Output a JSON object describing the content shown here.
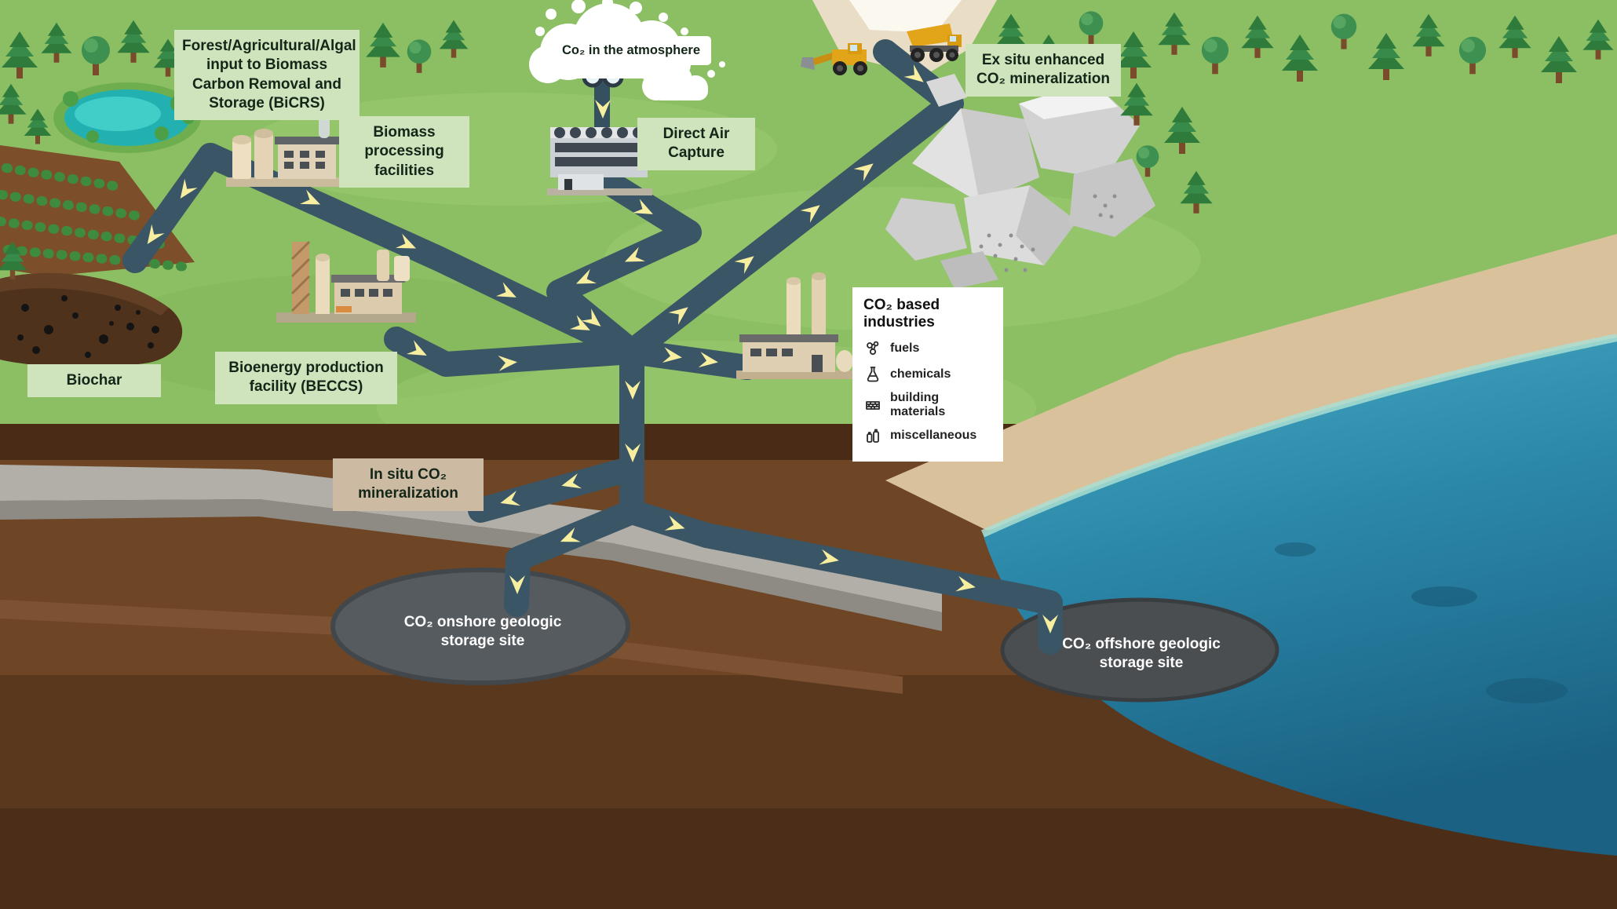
{
  "labels": {
    "bicrs": "Forest/Agricultural/Algal input to Biomass Carbon Removal and Storage (BiCRS)",
    "biomass_processing": "Biomass processing facilities",
    "atmosphere": "Co₂ in the atmosphere",
    "direct_air_capture": "Direct Air Capture",
    "ex_situ": "Ex situ enhanced CO₂ mineralization",
    "biochar": "Biochar",
    "beccs": "Bioenergy production facility (BECCS)",
    "in_situ": "In situ CO₂ mineralization",
    "onshore_storage": "CO₂ onshore geologic storage site",
    "offshore_storage": "CO₂ offshore geologic storage site"
  },
  "industries": {
    "title": "CO₂ based industries",
    "items": [
      {
        "icon": "fuels-molecule-icon",
        "label": "fuels"
      },
      {
        "icon": "chemicals-flask-icon",
        "label": "chemicals"
      },
      {
        "icon": "building-materials-bricks-icon",
        "label": "building materials"
      },
      {
        "icon": "miscellaneous-bottles-icon",
        "label": "miscellaneous"
      }
    ]
  },
  "colors": {
    "pipe": "#3a5565",
    "flow_arrow": "#f7ee9f",
    "label_background": "#cfe3bd",
    "in_situ_label_background": "#cdbaa3",
    "grass": "#8cbe63",
    "underground": "#6e4626",
    "water": "#2b87a8"
  }
}
